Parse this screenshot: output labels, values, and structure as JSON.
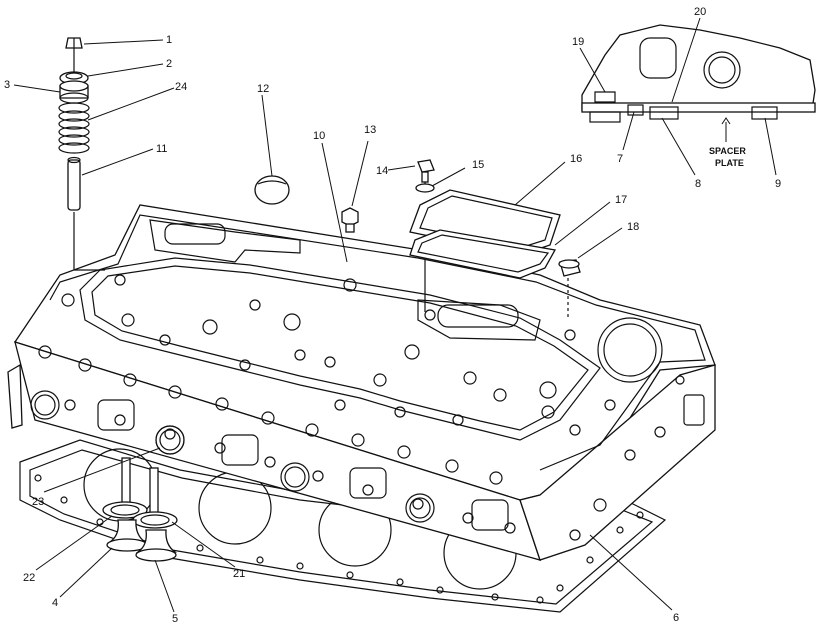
{
  "callouts": [
    "1",
    "2",
    "3",
    "24",
    "11",
    "12",
    "10",
    "13",
    "14",
    "15",
    "16",
    "17",
    "18",
    "19",
    "20",
    "7",
    "8",
    "9",
    "23",
    "22",
    "4",
    "5",
    "21",
    "6"
  ],
  "inset_caption": [
    "SPACER",
    "PLATE"
  ]
}
